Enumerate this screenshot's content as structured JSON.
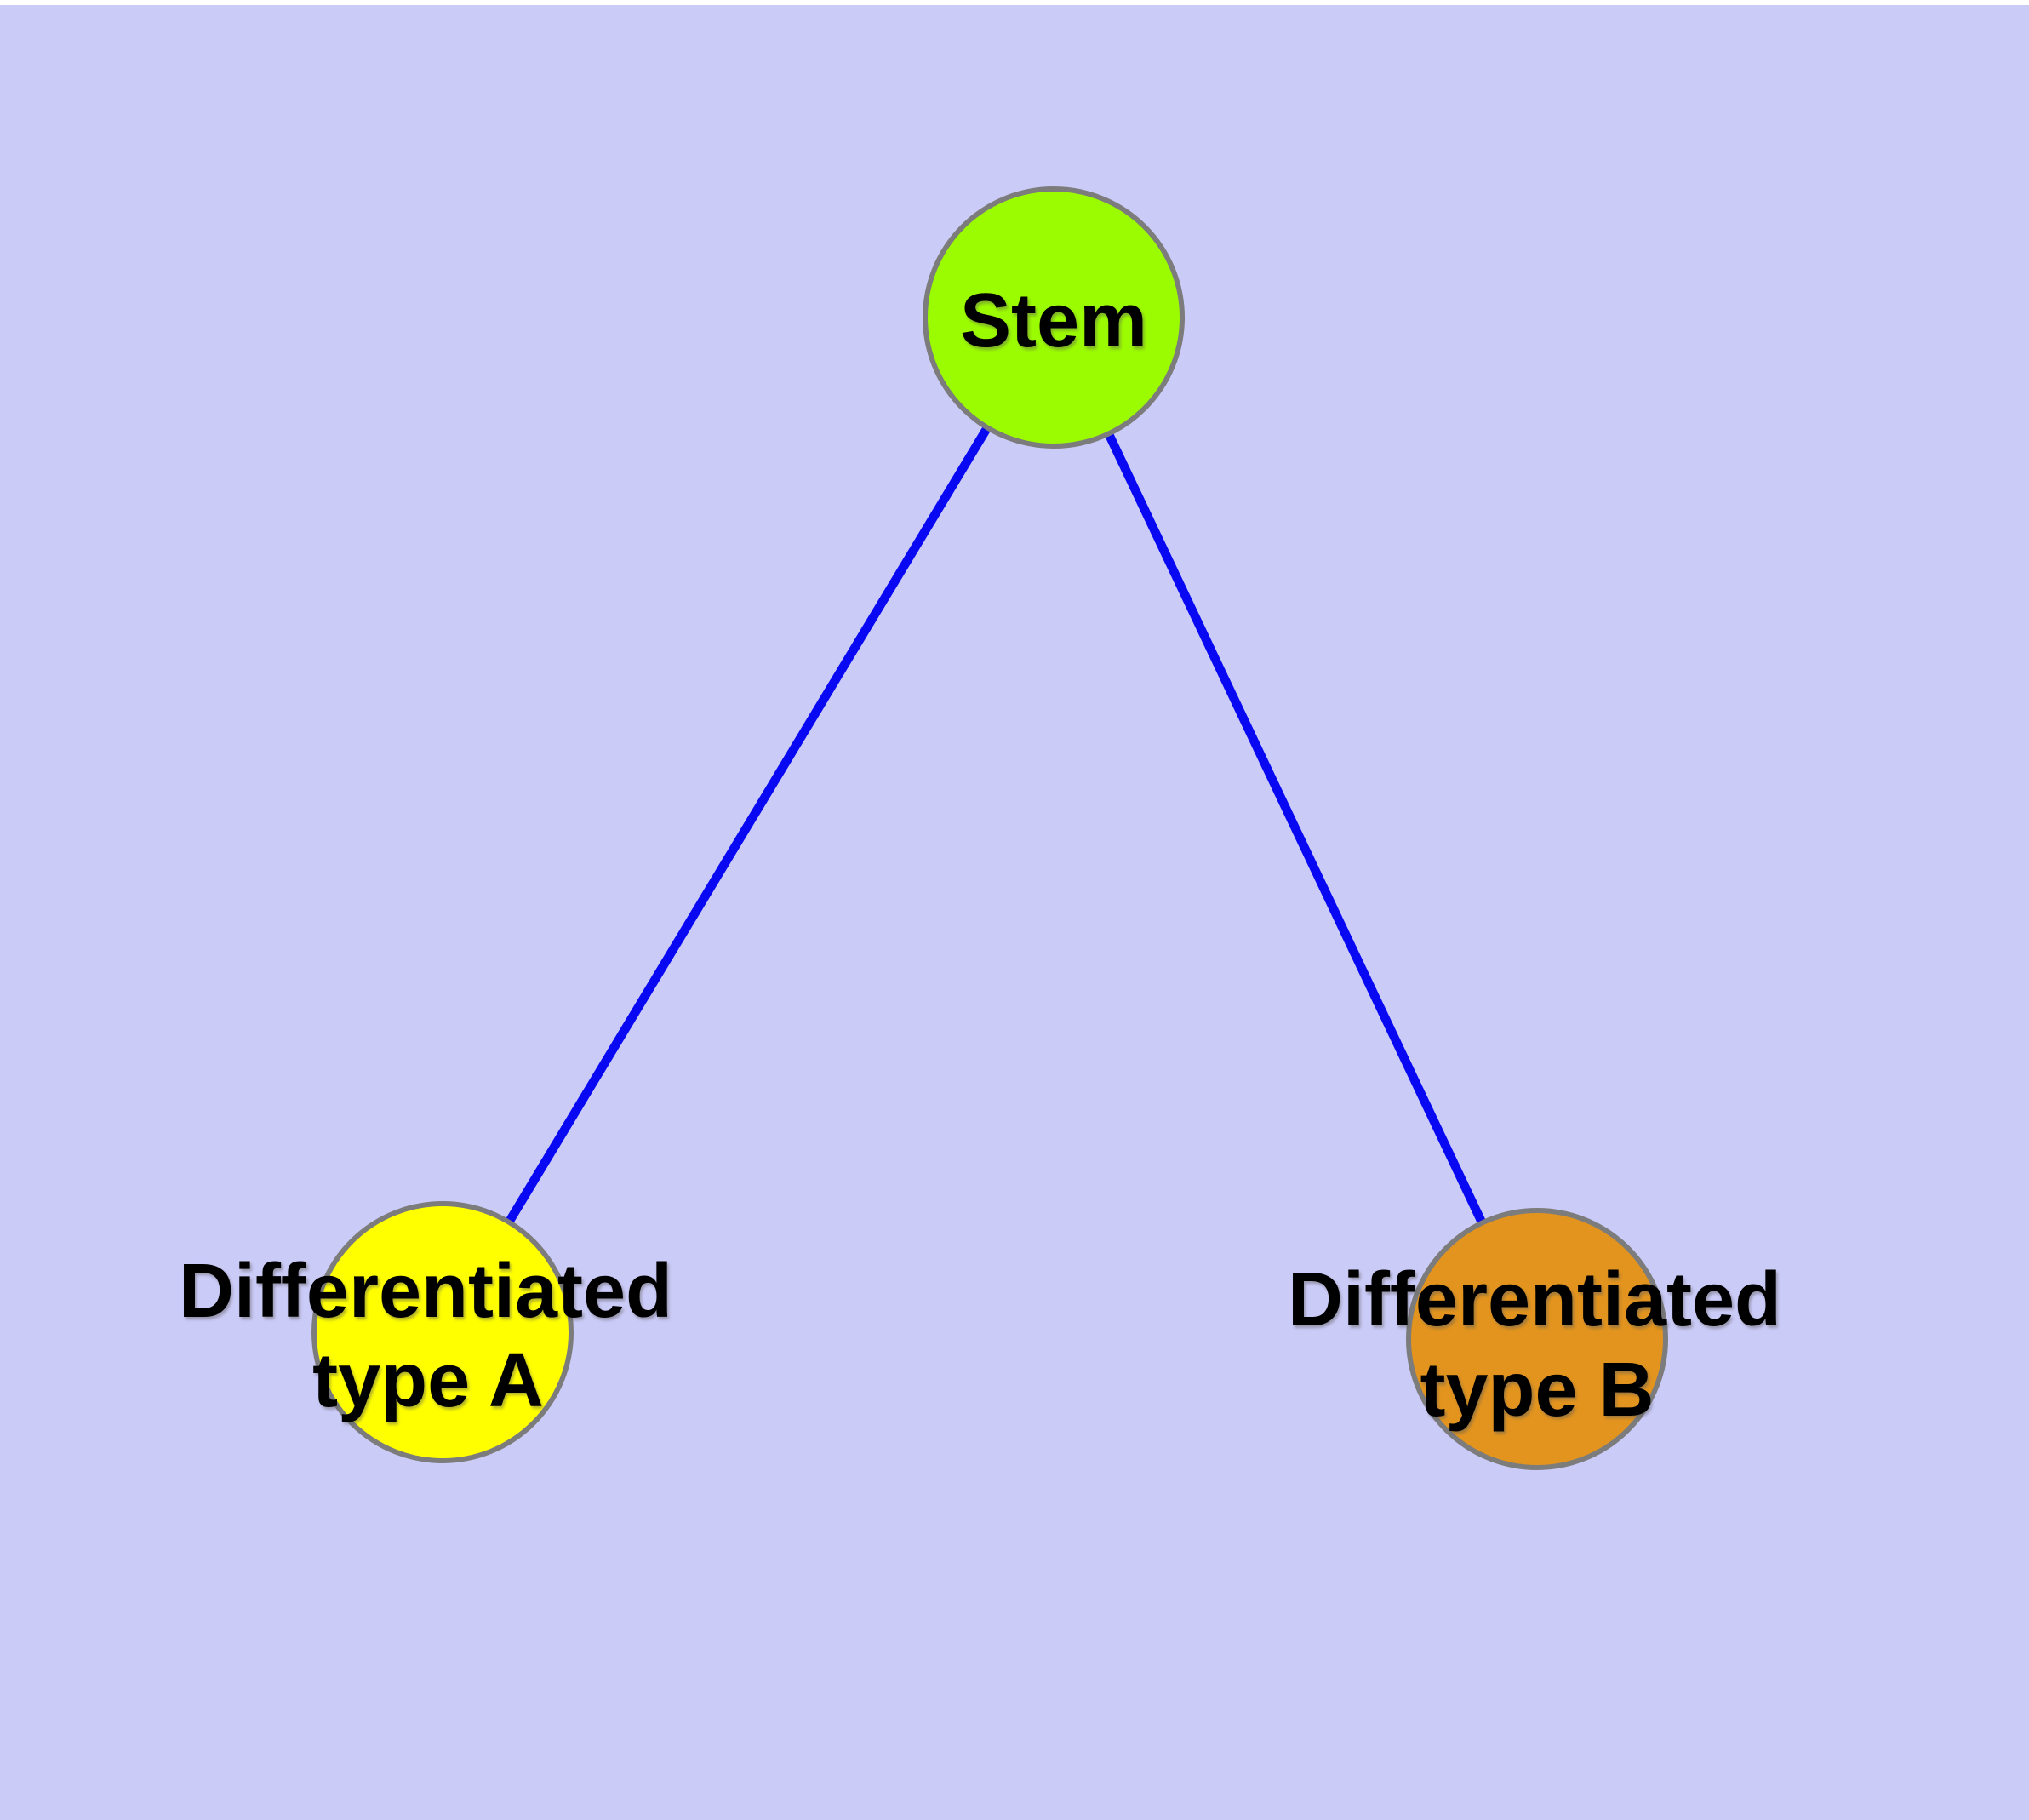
{
  "canvas": {
    "background_color": "#CBCBF8",
    "top_strip_color": "#FFFFFF"
  },
  "diagram": {
    "type": "graph",
    "description": "Undirected tree: one stem cell node branching to two differentiated cell type nodes",
    "edge_color": "#0808F2",
    "node_border_color": "#7C7C7C",
    "text_color": "#000000",
    "nodes": [
      {
        "id": "stem",
        "label": "Stem",
        "fill": "#9BFB01"
      },
      {
        "id": "differentiated-type-a",
        "label_line1": "Differentiated",
        "label_line2": "type A",
        "fill": "#FFFF00"
      },
      {
        "id": "differentiated-type-b",
        "label_line1": "Differentiated",
        "label_line2": "type B",
        "fill": "#E2941E"
      }
    ],
    "edges": [
      {
        "from": "Stem",
        "to": "Differentiated type A"
      },
      {
        "from": "Stem",
        "to": "Differentiated type B"
      }
    ]
  }
}
